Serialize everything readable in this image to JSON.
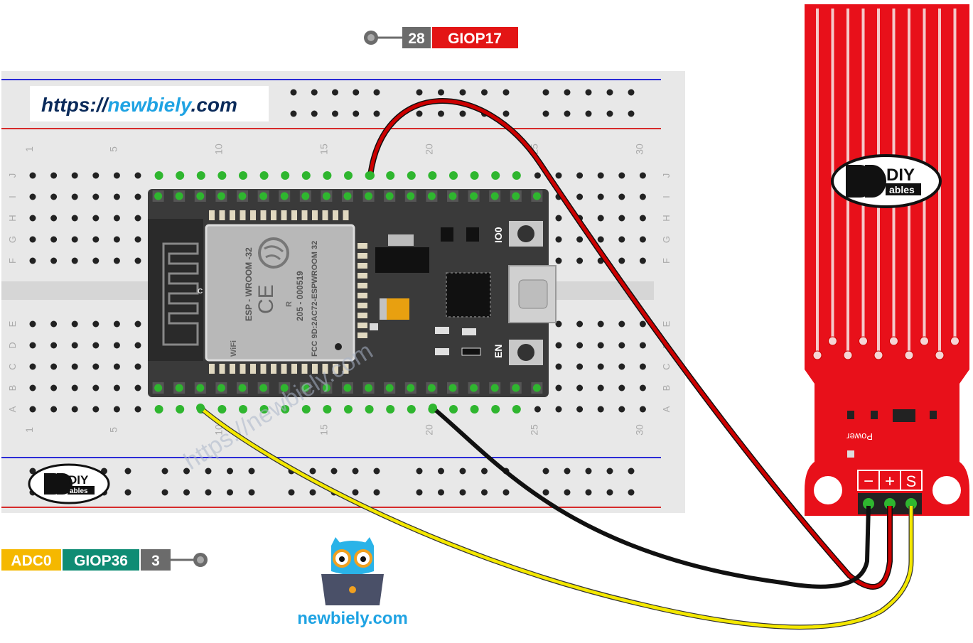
{
  "url_label": {
    "prefix": "https://",
    "brand": "newbiely",
    "suffix": ".com"
  },
  "pin_label_top": {
    "number": "28",
    "name": "GIOP17"
  },
  "pin_label_bottom": {
    "adc": "ADC0",
    "name": "GIOP36",
    "number": "3"
  },
  "watermark": "https://newbiely.com",
  "footer_brand": "newbiely.com",
  "logo": {
    "top": "DIY",
    "bottom": "ables"
  },
  "breadboard": {
    "column_numbers": [
      "1",
      "5",
      "10",
      "15",
      "20",
      "25",
      "30"
    ],
    "rows_top": [
      "J",
      "I",
      "H",
      "G",
      "F"
    ],
    "rows_bottom": [
      "E",
      "D",
      "C",
      "B",
      "A"
    ]
  },
  "esp32": {
    "module_name": "ESP - WROOM -32",
    "cert_id": "205 - 000519",
    "fcc": "FCC 9D:2AC72-ESPWROOM 32",
    "button_io0": "IO0",
    "button_en": "EN",
    "ce_mark": "CE",
    "r_mark": "R",
    "wifi": "WiFi",
    "c_mark": "C"
  },
  "sensor": {
    "pins": [
      "−",
      "+",
      "S"
    ],
    "power_label": "Power"
  },
  "colors": {
    "wire_signal": "#f4e800",
    "wire_power": "#cc0000",
    "wire_ground": "#111111",
    "sensor_board": "#e8101a",
    "gpio_label": "#e31515",
    "adc_label": "#f5b800",
    "gpio_label_green": "#0f8c74",
    "pin_number_label": "#6b6b6b",
    "breadboard_body": "#e8e8e8",
    "rail_blue": "#2b2bd6",
    "rail_red": "#d62b2b",
    "esp_board": "#3a3a3a",
    "pin_highlight": "#2fb62f",
    "brand_blue": "#1fa3e3",
    "brand_dark": "#0a2a5a"
  }
}
